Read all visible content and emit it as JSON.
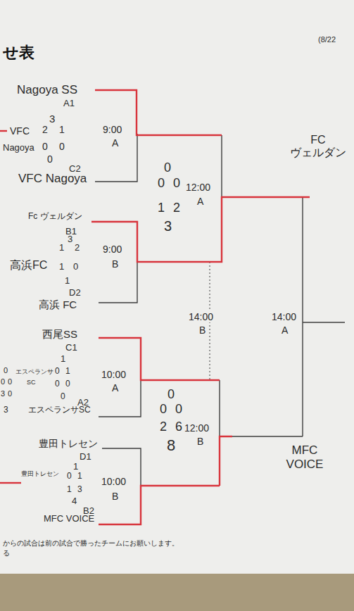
{
  "diagram": {
    "title": "せ表",
    "labels": [
      "(8/22",
      "Nagoya SS",
      "A1",
      "3",
      "VFC",
      "2",
      "1",
      "9:00",
      "A",
      "Nagoya",
      "0",
      "0",
      "0",
      "0",
      "C2",
      "VFC Nagoya",
      "0",
      "0",
      "12:00",
      "A",
      "1",
      "2",
      "Fc ヴェルダン",
      "3",
      "B1",
      "3",
      "1",
      "2",
      "9:00",
      "高浜FC",
      "1",
      "0",
      "B",
      "1",
      "D2",
      "高浜 FC",
      "14:00",
      "B",
      "14:00",
      "A",
      "西尾SS",
      "C1",
      "1",
      "エスペランサ",
      "0",
      "1",
      "10:00",
      "SC",
      "0",
      "0",
      "A",
      "0",
      "A2",
      "エスペランサSC",
      "0",
      "0",
      "0",
      "3",
      "0",
      "3",
      "0",
      "0",
      "0",
      "2",
      "6",
      "12:00",
      "8",
      "B",
      "FC ヴェルダン",
      "MFC VOICE",
      "豊田トレセン",
      "D1",
      "1",
      "豊田トレセン",
      "0",
      "1",
      "10:00",
      "1",
      "3",
      "B",
      "4",
      "B2",
      "MFC VOICE",
      "からの試合は前の試合で勝ったチームにお願いします。",
      "る"
    ]
  }
}
